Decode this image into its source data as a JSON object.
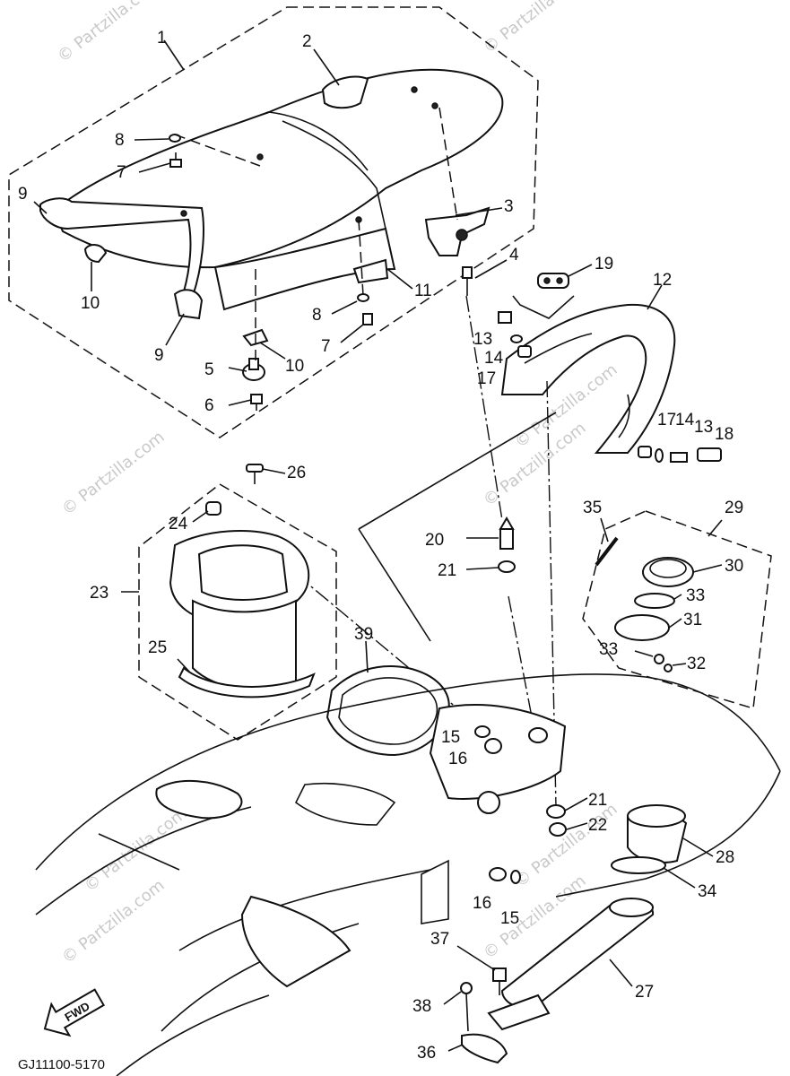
{
  "diagram": {
    "drawing_code": "GJ11100-5170",
    "fwd_label": "FWD",
    "watermarks": [
      "© Partzilla.com",
      "© Partzilla.com",
      "© Partzilla.com",
      "© Partzilla.com",
      "© Partzilla.com",
      "© Partzilla.com",
      "© Partzilla.com",
      "© Partzilla.com",
      "© Partzilla.com"
    ],
    "callouts": [
      {
        "id": "c1",
        "text": "1"
      },
      {
        "id": "c2",
        "text": "2"
      },
      {
        "id": "c3",
        "text": "3"
      },
      {
        "id": "c4",
        "text": "4"
      },
      {
        "id": "c5",
        "text": "5"
      },
      {
        "id": "c6",
        "text": "6"
      },
      {
        "id": "c7a",
        "text": "7"
      },
      {
        "id": "c7b",
        "text": "7"
      },
      {
        "id": "c8a",
        "text": "8"
      },
      {
        "id": "c8b",
        "text": "8"
      },
      {
        "id": "c9a",
        "text": "9"
      },
      {
        "id": "c9b",
        "text": "9"
      },
      {
        "id": "c10a",
        "text": "10"
      },
      {
        "id": "c10b",
        "text": "10"
      },
      {
        "id": "c11",
        "text": "11"
      },
      {
        "id": "c12",
        "text": "12"
      },
      {
        "id": "c13a",
        "text": "13"
      },
      {
        "id": "c13b",
        "text": "13"
      },
      {
        "id": "c14a",
        "text": "14"
      },
      {
        "id": "c14b",
        "text": "14"
      },
      {
        "id": "c15a",
        "text": "15"
      },
      {
        "id": "c15b",
        "text": "15"
      },
      {
        "id": "c16a",
        "text": "16"
      },
      {
        "id": "c16b",
        "text": "16"
      },
      {
        "id": "c17a",
        "text": "17"
      },
      {
        "id": "c17b",
        "text": "17"
      },
      {
        "id": "c18",
        "text": "18"
      },
      {
        "id": "c19",
        "text": "19"
      },
      {
        "id": "c20",
        "text": "20"
      },
      {
        "id": "c21a",
        "text": "21"
      },
      {
        "id": "c21b",
        "text": "21"
      },
      {
        "id": "c22",
        "text": "22"
      },
      {
        "id": "c23",
        "text": "23"
      },
      {
        "id": "c24",
        "text": "24"
      },
      {
        "id": "c25",
        "text": "25"
      },
      {
        "id": "c26",
        "text": "26"
      },
      {
        "id": "c27",
        "text": "27"
      },
      {
        "id": "c28",
        "text": "28"
      },
      {
        "id": "c29",
        "text": "29"
      },
      {
        "id": "c30",
        "text": "30"
      },
      {
        "id": "c31",
        "text": "31"
      },
      {
        "id": "c32",
        "text": "32"
      },
      {
        "id": "c33a",
        "text": "33"
      },
      {
        "id": "c33b",
        "text": "33"
      },
      {
        "id": "c34",
        "text": "34"
      },
      {
        "id": "c35",
        "text": "35"
      },
      {
        "id": "c36",
        "text": "36"
      },
      {
        "id": "c37",
        "text": "37"
      },
      {
        "id": "c38",
        "text": "38"
      },
      {
        "id": "c39",
        "text": "39"
      }
    ]
  }
}
